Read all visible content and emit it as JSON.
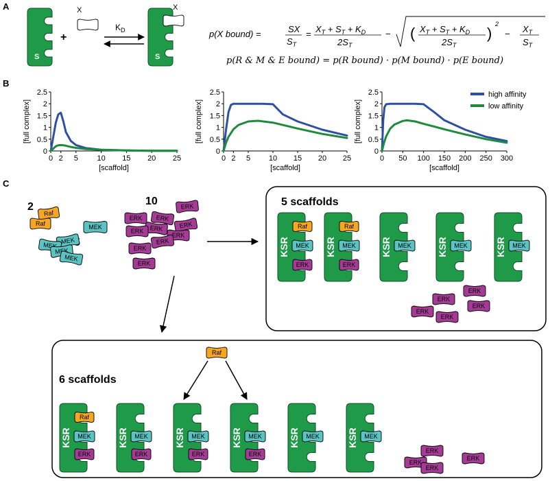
{
  "panels": {
    "a": "A",
    "b": "B",
    "c": "C"
  },
  "panel_a": {
    "ligand_label": "X",
    "rate_label": "K",
    "rate_subscript": "D",
    "scaffold_label": "S",
    "plus": "+",
    "equation_1": "p(X bound) = SX / S_T = (X_T + S_T + K_D) / 2S_T − √( ((X_T + S_T + K_D) / 2S_T)² − X_T / S_T )",
    "equation_2": "p(R & M & E bound) = p(R bound) · p(M bound) · p(E bound)"
  },
  "chart_data": [
    {
      "type": "line",
      "xlabel": "[scaffold]",
      "ylabel": "[full complex]",
      "xlim": [
        0,
        25
      ],
      "ylim": [
        0,
        2.5
      ],
      "xticks": [
        "0",
        "2",
        "5",
        "10",
        "15",
        "20",
        "25"
      ],
      "yticks": [
        "0",
        "0.5",
        "1",
        "1.5",
        "2",
        "2.5"
      ],
      "grid": false,
      "series": [
        {
          "name": "high affinity",
          "color": "#2e4fa3",
          "x": [
            0,
            0.5,
            1,
            1.5,
            2,
            2.5,
            3,
            4,
            5,
            7,
            10,
            15,
            20,
            25
          ],
          "y": [
            0,
            0.6,
            1.2,
            1.55,
            1.62,
            1.25,
            0.8,
            0.42,
            0.25,
            0.12,
            0.05,
            0.02,
            0.01,
            0.01
          ]
        },
        {
          "name": "low affinity",
          "color": "#1e8a3c",
          "x": [
            0,
            0.5,
            1,
            1.5,
            2,
            2.5,
            3,
            4,
            5,
            7,
            10,
            15,
            20,
            25
          ],
          "y": [
            0,
            0.1,
            0.2,
            0.24,
            0.25,
            0.24,
            0.22,
            0.17,
            0.13,
            0.08,
            0.05,
            0.02,
            0.01,
            0.01
          ]
        }
      ]
    },
    {
      "type": "line",
      "xlabel": "[scaffold]",
      "ylabel": "[full complex]",
      "xlim": [
        0,
        25
      ],
      "ylim": [
        0,
        2.5
      ],
      "xticks": [
        "0",
        "2",
        "5",
        "10",
        "15",
        "20",
        "25"
      ],
      "yticks": [
        "0",
        "0.5",
        "1",
        "1.5",
        "2",
        "2.5"
      ],
      "grid": false,
      "series": [
        {
          "name": "high affinity",
          "color": "#2e4fa3",
          "x": [
            0,
            0.5,
            1,
            1.5,
            2,
            3,
            5,
            8,
            10,
            12,
            15,
            20,
            25
          ],
          "y": [
            0,
            0.9,
            1.65,
            1.95,
            2.0,
            2.0,
            2.0,
            2.0,
            1.98,
            1.55,
            1.25,
            0.9,
            0.65
          ]
        },
        {
          "name": "low affinity",
          "color": "#1e8a3c",
          "x": [
            0,
            0.5,
            1,
            2,
            3,
            5,
            7,
            10,
            15,
            20,
            25
          ],
          "y": [
            0,
            0.35,
            0.6,
            0.92,
            1.1,
            1.25,
            1.28,
            1.2,
            0.95,
            0.72,
            0.55
          ]
        }
      ]
    },
    {
      "type": "line",
      "xlabel": "[scaffold]",
      "ylabel": "[full complex]",
      "xlim": [
        0,
        300
      ],
      "ylim": [
        0,
        2.5
      ],
      "xticks": [
        "0",
        "50",
        "100",
        "150",
        "200",
        "250",
        "300"
      ],
      "yticks": [
        "0",
        "0.5",
        "1",
        "1.5",
        "2",
        "2.5"
      ],
      "grid": false,
      "legend": "top-right",
      "series": [
        {
          "name": "high affinity",
          "color": "#2e4fa3",
          "x": [
            0,
            3,
            6,
            10,
            20,
            50,
            80,
            100,
            110,
            125,
            150,
            200,
            250,
            300
          ],
          "y": [
            0,
            1.3,
            1.85,
            1.98,
            2.0,
            2.0,
            2.0,
            1.98,
            1.85,
            1.65,
            1.3,
            0.9,
            0.6,
            0.42
          ]
        },
        {
          "name": "low affinity",
          "color": "#1e8a3c",
          "x": [
            0,
            5,
            10,
            20,
            30,
            50,
            60,
            80,
            100,
            150,
            200,
            250,
            300
          ],
          "y": [
            0,
            0.35,
            0.62,
            0.95,
            1.12,
            1.27,
            1.3,
            1.25,
            1.15,
            0.92,
            0.7,
            0.5,
            0.35
          ]
        }
      ]
    }
  ],
  "panel_c": {
    "raf_count": "2",
    "mek_count": "5",
    "erk_count": "10",
    "raf_label": "Raf",
    "mek_label": "MEK",
    "erk_label": "ERK",
    "ksr_label": "KSR",
    "box_right_title": "5 scaffolds",
    "box_bottom_title": "6 scaffolds"
  },
  "colors": {
    "scaffold": "#1f9a48",
    "raf": "#f5a623",
    "mek": "#5bc3c1",
    "erk": "#a43b95",
    "high_affinity": "#2e4fa3",
    "low_affinity": "#1e8a3c"
  }
}
